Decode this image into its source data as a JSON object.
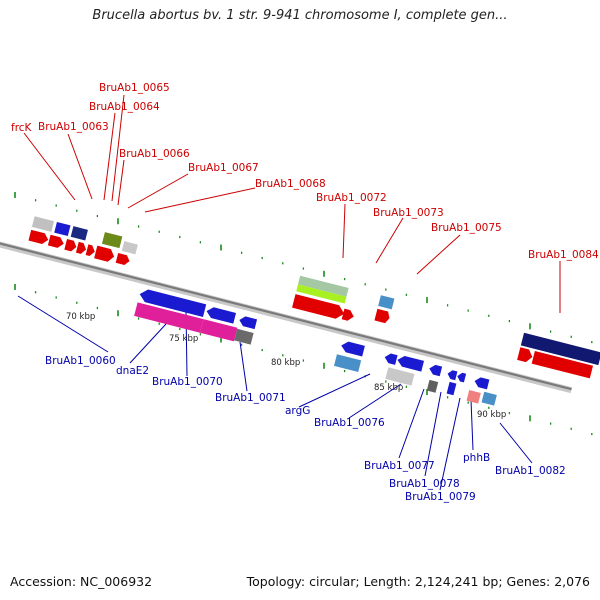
{
  "title": "Brucella abortus bv. 1 str. 9-941 chromosome I, complete gen...",
  "footer": {
    "accession": "Accession: NC_006932",
    "topology": "Topology: circular; Length: 2,124,241 bp; Genes: 2,076"
  },
  "colors": {
    "top_label": "#cc0000",
    "bottom_label": "#0000aa",
    "backbone": "#8a8a8a",
    "tick": "#1a8a1a"
  },
  "scale_labels": [
    "70 kbp",
    "75 kbp",
    "80 kbp",
    "85 kbp",
    "90 kbp"
  ],
  "top_labels": [
    "frcK",
    "BruAb1_0063",
    "BruAb1_0064",
    "BruAb1_0065",
    "BruAb1_0066",
    "BruAb1_0067",
    "BruAb1_0068",
    "BruAb1_0072",
    "BruAb1_0073",
    "BruAb1_0075",
    "BruAb1_0084"
  ],
  "bottom_labels": [
    "BruAb1_0060",
    "dnaE2",
    "BruAb1_0070",
    "BruAb1_0071",
    "argG",
    "BruAb1_0076",
    "BruAb1_0077",
    "BruAb1_0078",
    "BruAb1_0079",
    "phhB",
    "BruAb1_0082"
  ]
}
